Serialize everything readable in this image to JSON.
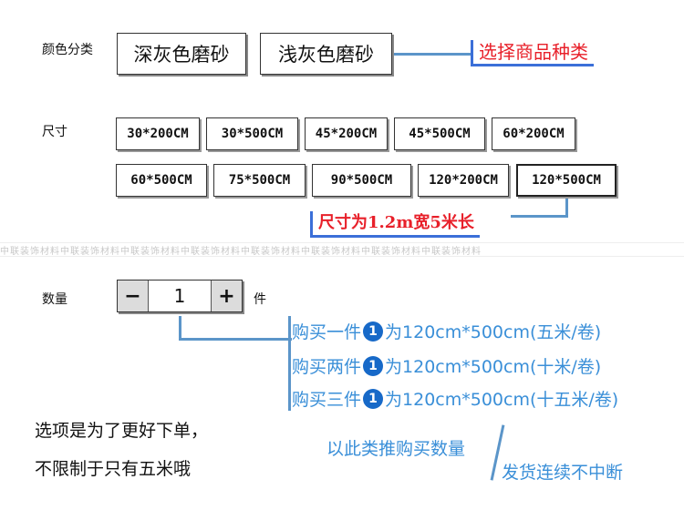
{
  "color_section": {
    "label": "颜色分类",
    "options": [
      "深灰色磨砂",
      "浅灰色磨砂"
    ],
    "callout": "选择商品种类"
  },
  "size_section": {
    "label": "尺寸",
    "row1": [
      "30*200CM",
      "30*500CM",
      "45*200CM",
      "45*500CM",
      "60*200CM"
    ],
    "row2": [
      "60*500CM",
      "75*500CM",
      "90*500CM",
      "120*200CM",
      "120*500CM"
    ],
    "selected": "120*500CM",
    "callout": "尺寸为1.2m宽5米长"
  },
  "watermark": "中联装饰材料中联装饰材料中联装饰材料中联装饰材料中联装饰材料中联装饰材料中联装饰材料中联装饰材料",
  "quantity": {
    "label": "数量",
    "value": "1",
    "unit": "件",
    "minus": "−",
    "plus": "+"
  },
  "purchase_lines": [
    {
      "prefix": "购买一件",
      "num": "1",
      "suffix": "为120cm*500cm(五米/卷)"
    },
    {
      "prefix": "购买两件",
      "num": "1",
      "suffix": "为120cm*500cm(十米/卷)"
    },
    {
      "prefix": "购买三件",
      "num": "1",
      "suffix": "为120cm*500cm(十五米/卷)"
    }
  ],
  "notes": {
    "line1": "选项是为了更好下单，",
    "line2": "不限制于只有五米哦",
    "infer": "以此类推购买数量",
    "continuous": "发货连续不中断"
  },
  "colors": {
    "accent_blue": "#3a8fd8",
    "callout_red": "#e8202a",
    "circle_blue": "#1769c8"
  }
}
